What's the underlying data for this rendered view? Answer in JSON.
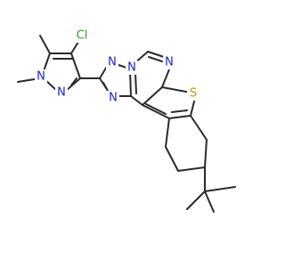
{
  "molecule": {
    "colors": {
      "bond": "#2a2a2a",
      "N": "#1f1fd0",
      "S": "#b3a100",
      "Cl": "#2f9e2f"
    },
    "atoms": {
      "cl": {
        "text": "Cl",
        "element": "Cl"
      },
      "n_pyr_methyl": {
        "text": "N",
        "element": "N"
      },
      "n_pyr_imine": {
        "text": "N",
        "element": "N"
      },
      "n_tri_top": {
        "text": "N",
        "element": "N"
      },
      "n_tri_fused": {
        "text": "N",
        "element": "N"
      },
      "n_tri_bottom": {
        "text": "N",
        "element": "N"
      },
      "n_pyrimidine": {
        "text": "N",
        "element": "N"
      },
      "s_thiophene": {
        "text": "S",
        "element": "S"
      }
    }
  }
}
